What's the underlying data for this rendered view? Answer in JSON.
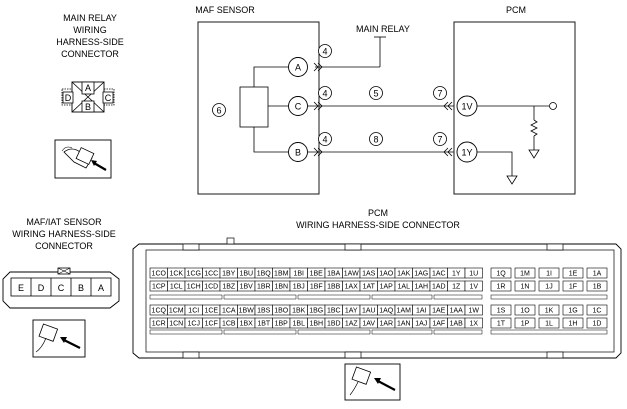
{
  "main_relay_connector": {
    "title_lines": [
      "MAIN RELAY",
      "WIRING",
      "HARNESS-SIDE",
      "CONNECTOR"
    ],
    "pins": {
      "A": "A",
      "B": "B",
      "C": "C",
      "D": "D"
    }
  },
  "maf_iat_connector": {
    "title_lines": [
      "MAF/IAT SENSOR",
      "WIRING HARNESS-SIDE",
      "CONNECTOR"
    ],
    "pins": [
      "E",
      "D",
      "C",
      "B",
      "A"
    ]
  },
  "maf_sensor": {
    "title": "MAF SENSOR",
    "terminals": [
      "A",
      "C",
      "B"
    ],
    "circle_6": "6"
  },
  "main_relay_label": "MAIN RELAY",
  "pcm": {
    "title": "PCM",
    "terminals": [
      "1V",
      "1Y"
    ]
  },
  "wire_numbers": {
    "w4a": "4",
    "w4c": "4",
    "w4b": "4",
    "w5": "5",
    "w7c": "7",
    "w8": "8",
    "w7b": "7"
  },
  "pcm_connector": {
    "title_lines": [
      "PCM",
      "WIRING HARNESS-SIDE CONNECTOR"
    ],
    "upper_row1": [
      "1CO",
      "1CK",
      "1CG",
      "1CC",
      "1BY",
      "1BU",
      "1BQ",
      "1BM",
      "1BI",
      "1BE",
      "1BA",
      "1AW",
      "1AS",
      "1AO",
      "1AK",
      "1AG",
      "1AC",
      "1Y",
      "1U"
    ],
    "upper_row2": [
      "1CP",
      "1CL",
      "1CH",
      "1CD",
      "1BZ",
      "1BV",
      "1BR",
      "1BN",
      "1BJ",
      "1BF",
      "1BB",
      "1AX",
      "1AT",
      "1AP",
      "1AL",
      "1AH",
      "1AD",
      "1Z",
      "1V"
    ],
    "lower_row1": [
      "1CQ",
      "1CM",
      "1CI",
      "1CE",
      "1CA",
      "1BW",
      "1BS",
      "1BO",
      "1BK",
      "1BG",
      "1BC",
      "1AY",
      "1AU",
      "1AQ",
      "1AM",
      "1AI",
      "1AE",
      "1AA",
      "1W"
    ],
    "lower_row2": [
      "1CR",
      "1CN",
      "1CJ",
      "1CF",
      "1CB",
      "1BX",
      "1BT",
      "1BP",
      "1BL",
      "1BH",
      "1BD",
      "1AZ",
      "1AV",
      "1AR",
      "1AN",
      "1AJ",
      "1AF",
      "1AB",
      "1X"
    ],
    "right_upper_row1": [
      "1Q",
      "1M",
      "1I",
      "1E",
      "1A"
    ],
    "right_upper_row2": [
      "1R",
      "1N",
      "1J",
      "1F",
      "1B"
    ],
    "right_lower_row1": [
      "1S",
      "1O",
      "1K",
      "1G",
      "1C"
    ],
    "right_lower_row2": [
      "1T",
      "1P",
      "1L",
      "1H",
      "1D"
    ]
  }
}
